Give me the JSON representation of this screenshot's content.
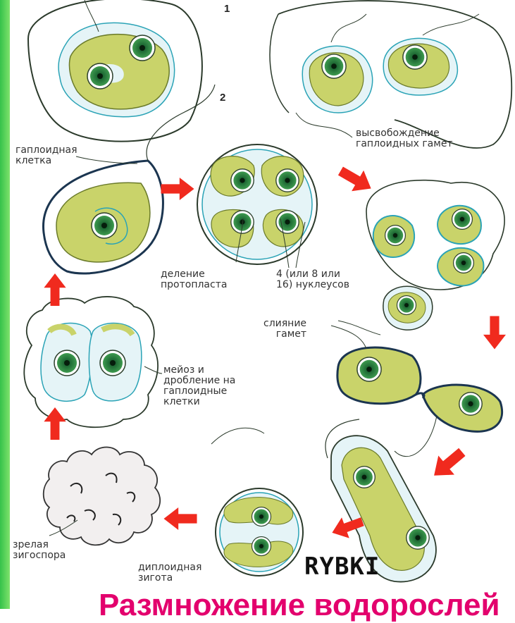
{
  "figure": {
    "step_numbers": [
      "1",
      "2"
    ],
    "labels": {
      "haploid_cell": "гаплоидная\nклетка",
      "gamete_release": "высвобождение\nгаплоидных гамет",
      "protoplast_division": "деление\nпротопласта",
      "nuclei_count": "4 (или 8 или\n16) нуклеусов",
      "gamete_fusion": "слияние\nгамет",
      "meiosis": "мейоз и\nдробление на\nгаплоидные\nклетки",
      "mature_zygospore": "зрелая\nзигоспора",
      "diploid_zygote": "диплоидная\nзигота"
    },
    "watermark": "RYBKI",
    "bottom_title": "Размножение водорослей",
    "colors": {
      "arrow": "#f02a1e",
      "chloroplast": "#c9d36a",
      "nucleus": "#1f6b35",
      "membrane": "#2aa3b6",
      "title": "#e3006d",
      "side_bar": "#4fd15a"
    }
  }
}
